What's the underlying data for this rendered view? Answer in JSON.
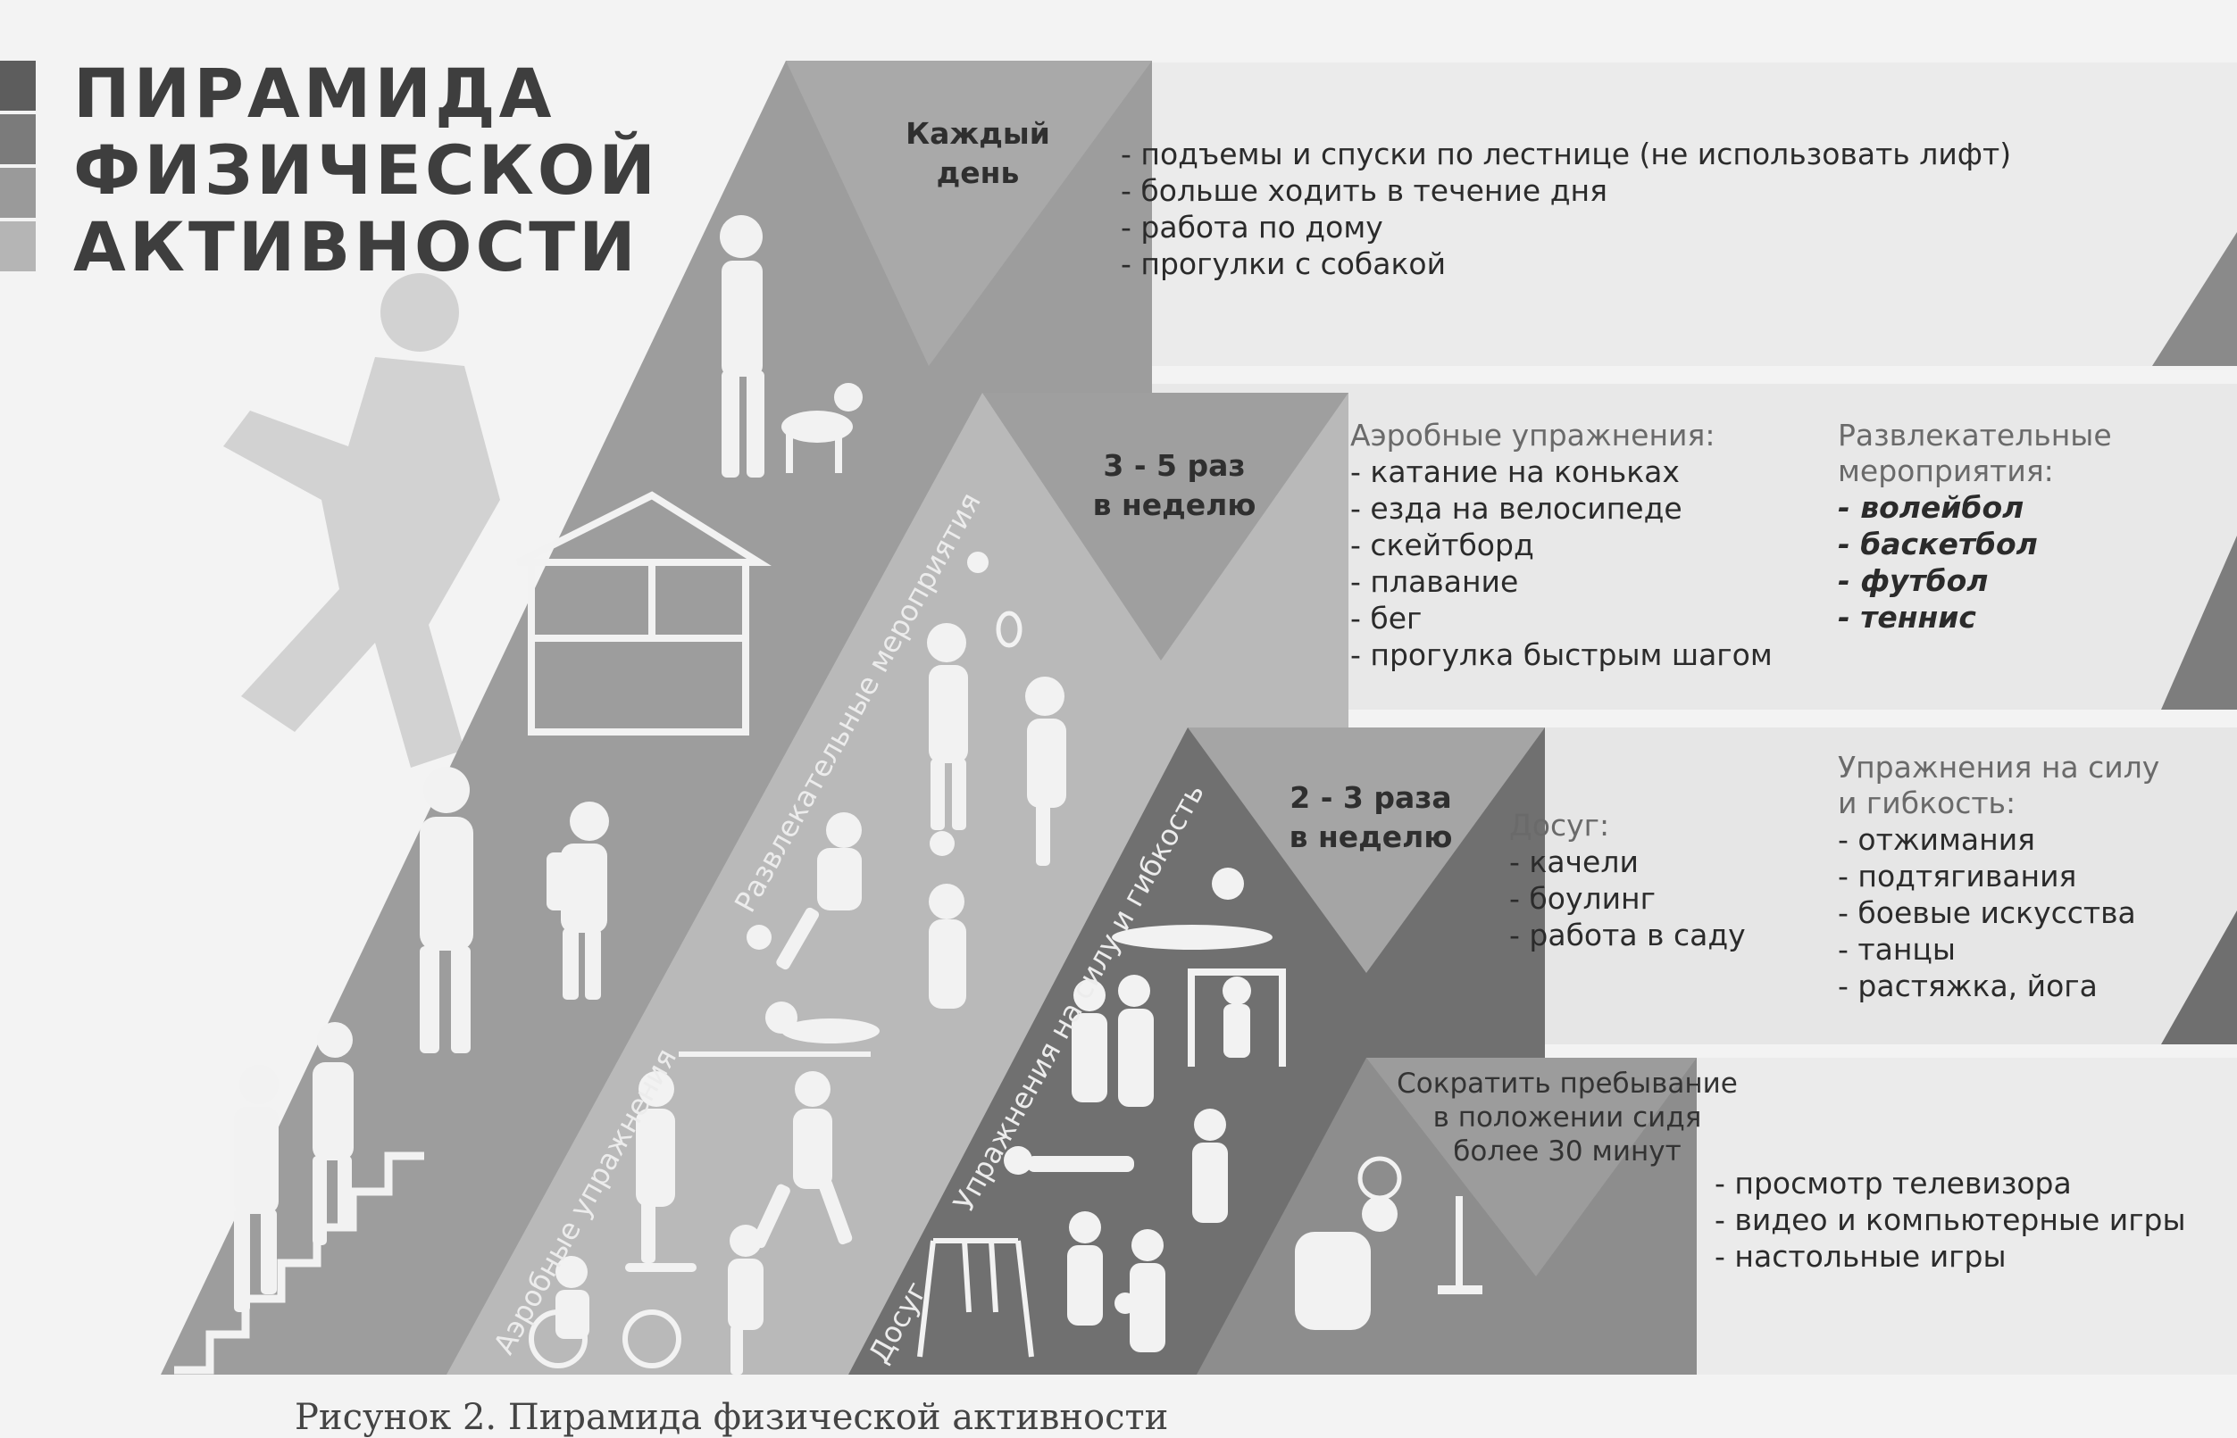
{
  "title": {
    "line1": "ПИРАМИДА",
    "line2": "ФИЗИЧЕСКОЙ",
    "line3": "АКТИВНОСТИ"
  },
  "tiers": [
    {
      "frequency": [
        "Каждый",
        "день"
      ],
      "items": [
        "подъемы и спуски по лестнице (не использовать лифт)",
        "больше ходить в течение дня",
        "работа по дому",
        "прогулки с собакой"
      ]
    },
    {
      "frequency": [
        "3 - 5 раз",
        "в неделю"
      ],
      "groups": [
        {
          "heading": "Аэробные упражнения:",
          "items": [
            "катание на коньках",
            "езда на велосипеде",
            "скейтборд",
            "плавание",
            "бег",
            "прогулка быстрым шагом"
          ]
        },
        {
          "heading": [
            "Развлекательные",
            "мероприятия:"
          ],
          "items": [
            "волейбол",
            "баскетбол",
            "футбол",
            "теннис"
          ]
        }
      ]
    },
    {
      "frequency": [
        "2 - 3 раза",
        "в неделю"
      ],
      "groups": [
        {
          "heading": "Досуг:",
          "items": [
            "качели",
            "боулинг",
            "работа в саду"
          ]
        },
        {
          "heading": [
            "Упражнения на силу",
            "и гибкость:"
          ],
          "items": [
            "отжимания",
            "подтягивания",
            "боевые искусства",
            "танцы",
            "растяжка, йога"
          ]
        }
      ]
    },
    {
      "frequency": [
        "Сократить пребывание",
        "в положении сидя",
        "более 30 минут"
      ],
      "items": [
        "просмотр телевизора",
        "видео и компьютерные игры",
        "настольные игры"
      ]
    }
  ],
  "side_labels": {
    "aerobic": "Аэробные упражнения",
    "entertainment": "Развлекательные мероприятия",
    "leisure": "Досуг",
    "strength": "Упражнения на силу и гибкость"
  },
  "caption": "Рисунок 2. Пирамида физической активности"
}
